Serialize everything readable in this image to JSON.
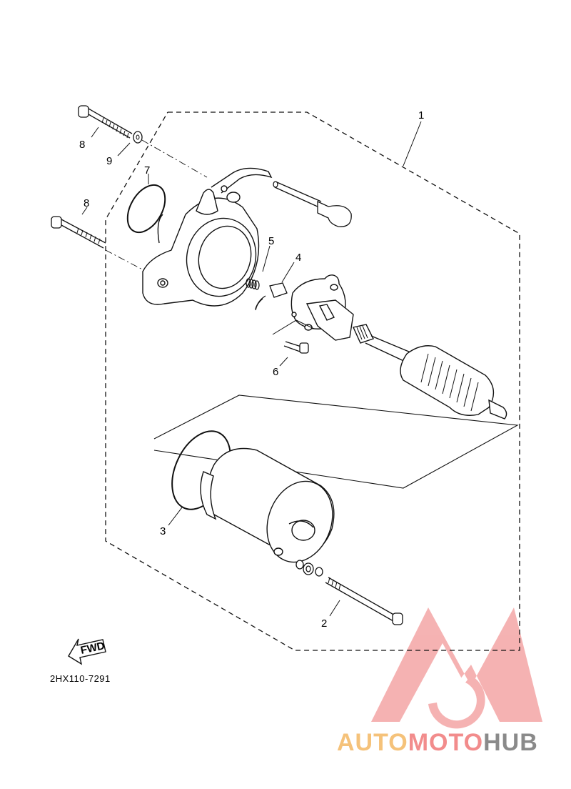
{
  "diagram": {
    "callouts": [
      "1",
      "2",
      "3",
      "4",
      "5",
      "6",
      "7",
      "8",
      "8",
      "9"
    ],
    "fwd_label": "FWD",
    "reference_code": "2HX110-7291"
  },
  "watermark": {
    "part1": "AUTO",
    "part2": "MOTO",
    "part3": "HUB",
    "colors": {
      "part1": "#f5c27a",
      "part2": "#f28c8c",
      "part3": "#8a8a8a",
      "logo": "#f3a0a0"
    }
  },
  "colors": {
    "line": "#111111"
  }
}
